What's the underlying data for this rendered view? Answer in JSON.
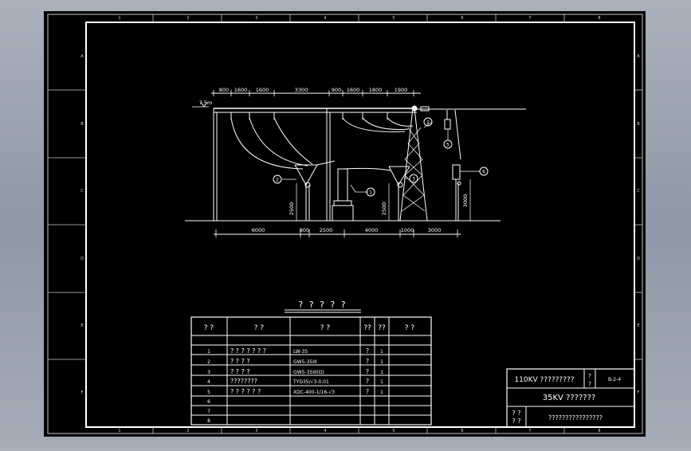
{
  "zones": {
    "columns": [
      "1",
      "2",
      "3",
      "4",
      "5",
      "6",
      "7",
      "8"
    ],
    "rows": [
      "A",
      "B",
      "C",
      "D",
      "E",
      "F"
    ]
  },
  "drawing": {
    "top_dims": [
      "800",
      "1600",
      "1600",
      "3300",
      "900",
      "1600",
      "1800",
      "1900"
    ],
    "bottom_dims": [
      "6000",
      "800",
      "2500",
      "4000",
      "1000",
      "3000"
    ],
    "elevation_label": "7.5m",
    "heights": [
      "2500",
      "2500",
      "3000"
    ],
    "callouts": [
      "1",
      "2",
      "3",
      "4",
      "5",
      "6"
    ]
  },
  "bom": {
    "title": "? ? ? ? ?",
    "headers": [
      "? ?",
      "? ?",
      "? ?",
      "??",
      "??",
      "? ?"
    ],
    "rows": [
      {
        "no": "1",
        "name": "? ? ? ? ? ? ?",
        "model": "LW-35",
        "unit": "?",
        "qty": "1",
        "note": ""
      },
      {
        "no": "2",
        "name": "?   ?   ?   ?",
        "model": "GW5-35III",
        "unit": "?",
        "qty": "1",
        "note": ""
      },
      {
        "no": "3",
        "name": "?   ?   ?   ?",
        "model": "GW5-35III(D)",
        "unit": "?",
        "qty": "1",
        "note": ""
      },
      {
        "no": "4",
        "name": "????????",
        "model": "TYD35/√3-0.01",
        "unit": "?",
        "qty": "1",
        "note": ""
      },
      {
        "no": "5",
        "name": "? ? ? ? ? ?",
        "model": "XDC-400-1/16-√3",
        "unit": "?",
        "qty": "1",
        "note": ""
      },
      {
        "no": "6",
        "name": "",
        "model": "",
        "unit": "",
        "qty": "",
        "note": ""
      },
      {
        "no": "7",
        "name": "",
        "model": "",
        "unit": "",
        "qty": "",
        "note": ""
      },
      {
        "no": "8",
        "name": "",
        "model": "",
        "unit": "",
        "qty": "",
        "note": ""
      }
    ]
  },
  "title_block": {
    "project": "110KV ?????????",
    "label_a": "?",
    "label_b": "?",
    "drawing_no": "B-2-4",
    "drawing_title": "35KV ???????",
    "label_c": "? ?",
    "label_d": "? ?",
    "org": "????????????????"
  },
  "colors": {
    "background": "#000000",
    "lines": "#ffffff",
    "outer_frame": "#c8c8c8"
  }
}
